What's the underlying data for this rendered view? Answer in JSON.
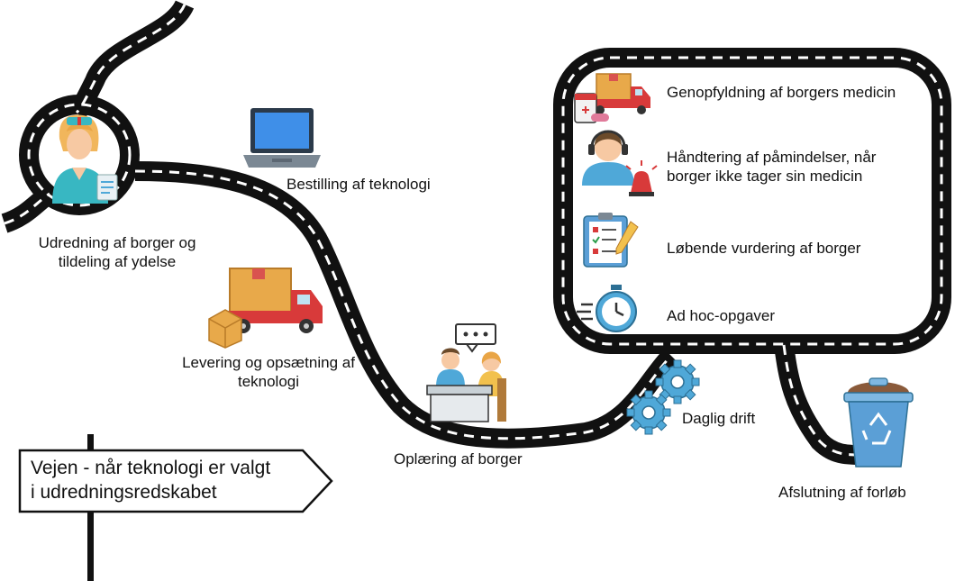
{
  "stations": {
    "assessment": "Udredning af borger og tildeling af ydelse",
    "ordering": "Bestilling af teknologi",
    "delivery": "Levering og opsætning af teknologi",
    "training": "Oplæring af borger",
    "operation": "Daglig drift",
    "termination": "Afslutning af forløb"
  },
  "tasks": [
    {
      "label": "Genopfyldning af borgers medicin",
      "icon": "medicine-truck-icon"
    },
    {
      "label": "Håndtering af påmindelser, når borger ikke tager sin medicin",
      "icon": "headset-alarm-icon"
    },
    {
      "label": "Løbende vurdering af borger",
      "icon": "clipboard-checklist-icon"
    },
    {
      "label": "Ad hoc-opgaver",
      "icon": "stopwatch-icon"
    }
  ],
  "sign": {
    "line1": "Vejen - når teknologi er valgt",
    "line2": "i udredningsredskabet"
  },
  "colors": {
    "road": "#111111",
    "road_stripe": "#ffffff",
    "nurse_uniform": "#38b7c2",
    "laptop_screen": "#3f8fe8",
    "box": "#e8a94a",
    "truck": "#d83a3a",
    "gear": "#4fa8d8",
    "bin": "#5b9fd6"
  }
}
